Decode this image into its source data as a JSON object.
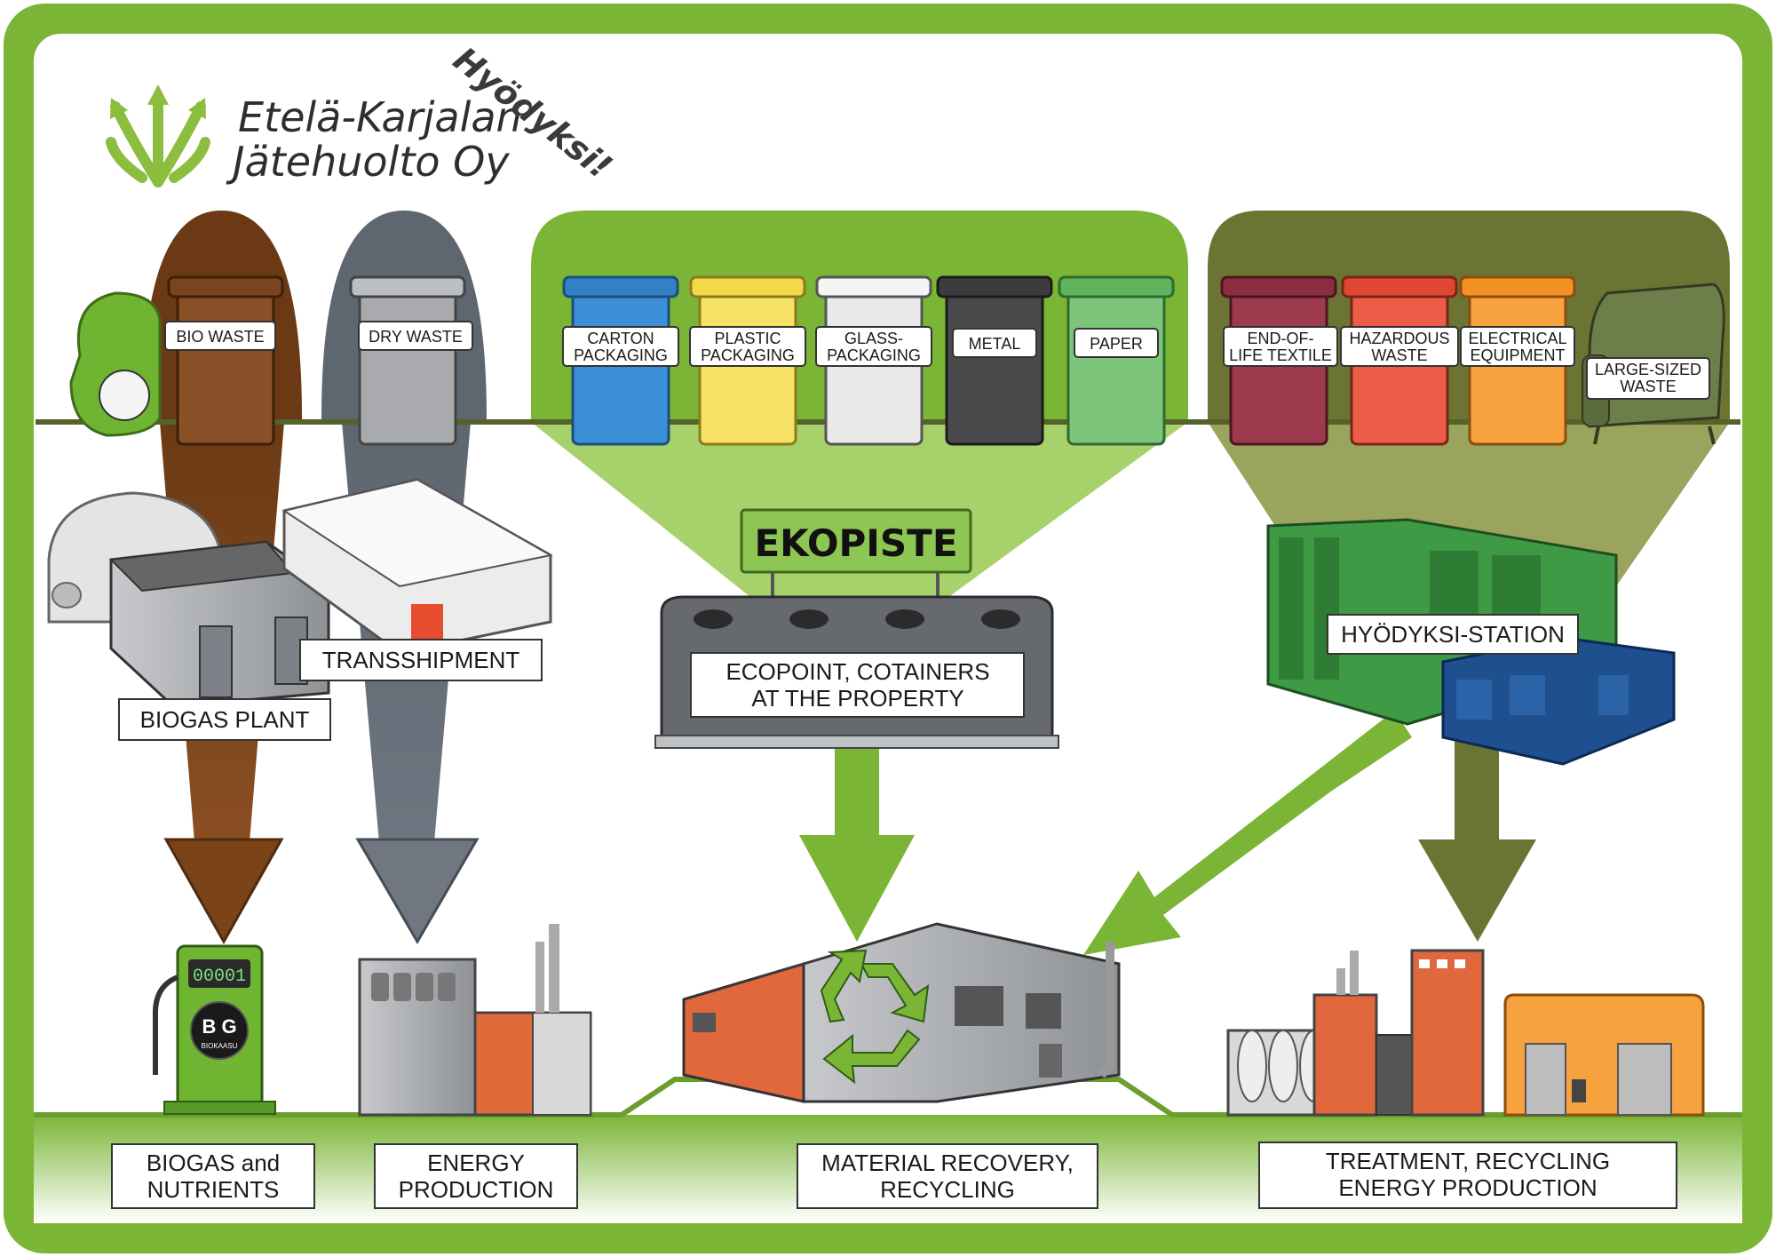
{
  "logo": {
    "line1": "Etelä-Karjalan",
    "line2": "Jätehuolto Oy",
    "slogan": "Hyödyksi!"
  },
  "bins": {
    "bio": "BIO WASTE",
    "dry": "DRY WASTE",
    "carton": [
      "CARTON",
      "PACKAGING"
    ],
    "plastic": [
      "PLASTIC",
      "PACKAGING"
    ],
    "glass": [
      "GLASS-",
      "PACKAGING"
    ],
    "metal": "METAL",
    "paper": "PAPER",
    "textile": [
      "END-OF-",
      "LIFE TEXTILE"
    ],
    "hazardous": [
      "HAZARDOUS",
      "WASTE"
    ],
    "electrical": [
      "ELECTRICAL",
      "EQUIPMENT"
    ],
    "large": [
      "LARGE-SIZED",
      "WASTE"
    ]
  },
  "stations": {
    "transshipment": "TRANSSHIPMENT",
    "biogas_plant": "BIOGAS PLANT",
    "ekopiste_sign": "EKOPISTE",
    "ecopoint": [
      "ECOPOINT, COTAINERS",
      "AT THE PROPERTY"
    ],
    "hyodyksi": "HYÖDYKSI-STATION"
  },
  "outcomes": {
    "biogas": [
      "BIOGAS and",
      "NUTRIENTS"
    ],
    "energy": [
      "ENERGY",
      "PRODUCTION"
    ],
    "material": [
      "MATERIAL RECOVERY,",
      "RECYCLING"
    ],
    "treatment": [
      "TREATMENT, RECYCLING",
      "ENERGY PRODUCTION"
    ]
  },
  "pump": {
    "display": "00001",
    "brand": "B G",
    "brand_sub": "BIOKAASU"
  },
  "colors": {
    "frame_green": "#7ab535",
    "bio_brown": "#6b3a14",
    "dry_grey": "#5e6670",
    "eko_green": "#7ab535",
    "hyod_olive": "#6b7433"
  }
}
